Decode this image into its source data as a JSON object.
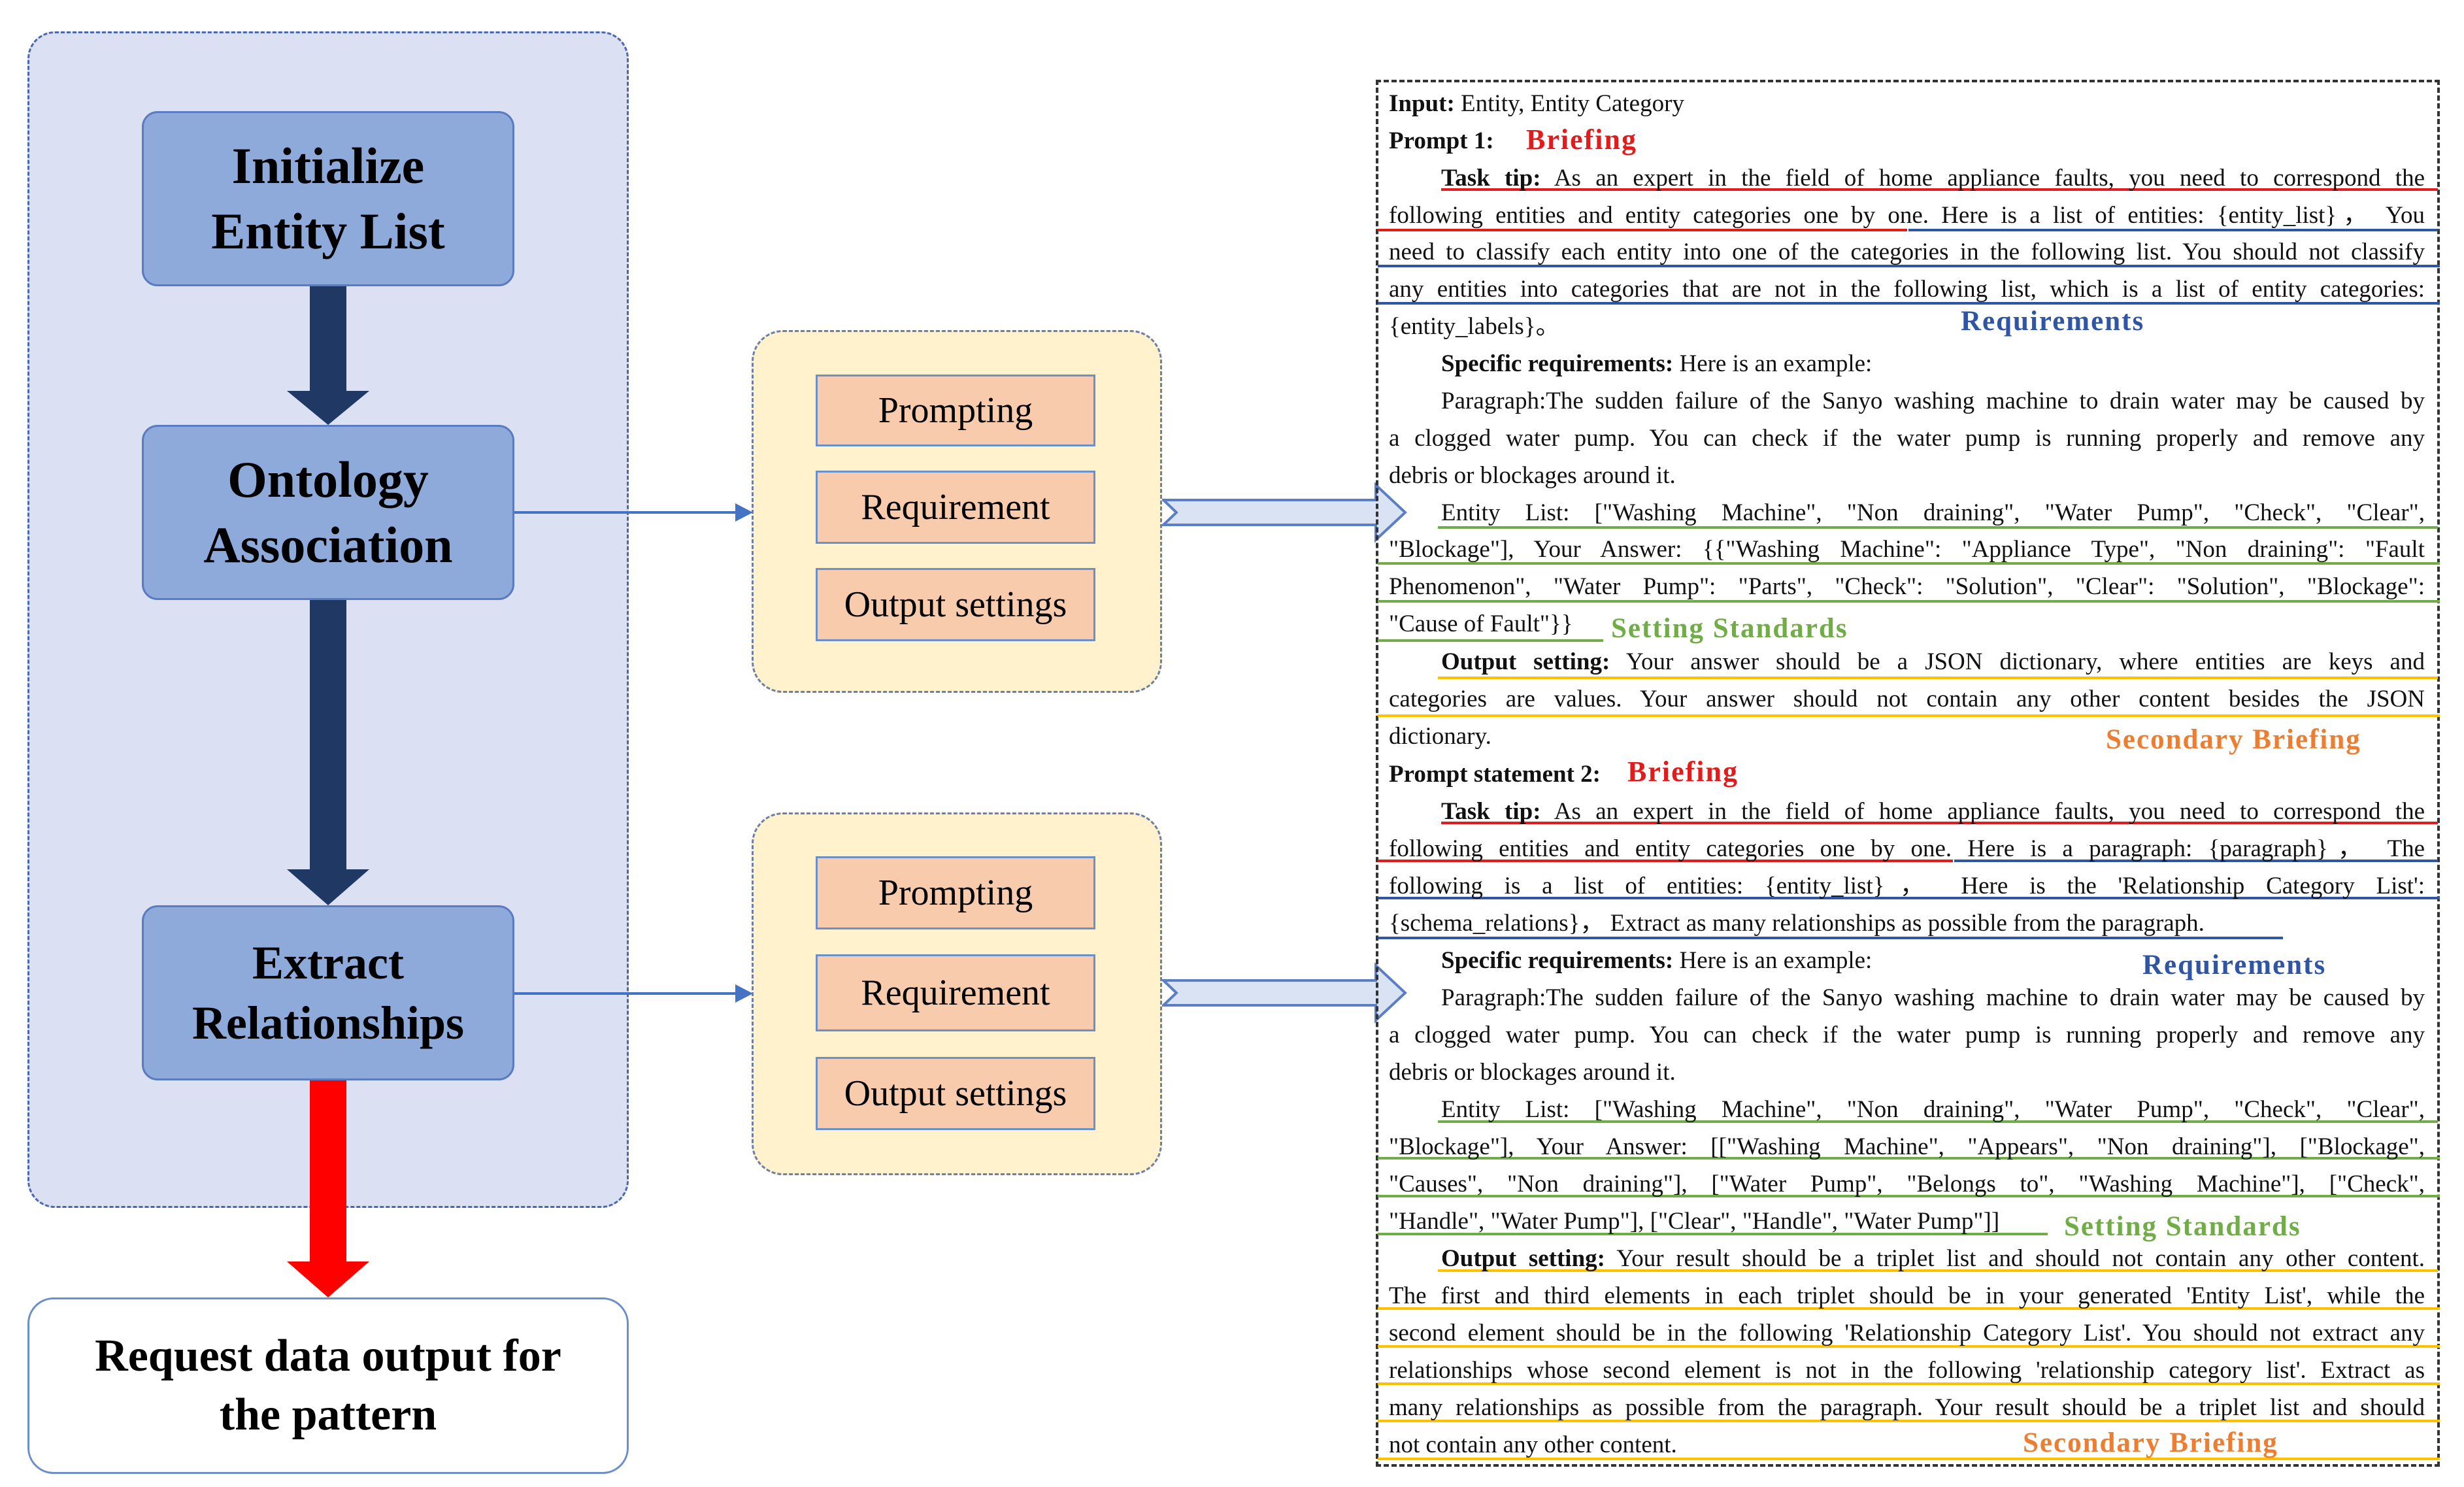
{
  "left": {
    "step1": [
      "Initialize",
      "Entity List"
    ],
    "step2": [
      "Ontology",
      "Association"
    ],
    "step3": [
      "Extract",
      "Relationships"
    ],
    "output": [
      "Request data output for",
      "the pattern"
    ]
  },
  "middle": {
    "panel1": [
      "Prompting",
      "Requirement",
      "Output settings"
    ],
    "panel2": [
      "Prompting",
      "Requirement",
      "Output settings"
    ]
  },
  "colors": {
    "briefing": "#e31b1b",
    "requirements": "#2f55a4",
    "setting_standards": "#70ad47",
    "secondary_briefing": "#ed7d31",
    "flow_arrow": "#1f3864",
    "final_arrow": "#ff0000"
  },
  "text": {
    "input_label": "Input:",
    "input_value": " Entity, Entity Category",
    "prompt1_label": "Prompt 1:",
    "briefing1": "Briefing",
    "p1_tasktip_label": "Task tip:",
    "p1_l1": " As an expert in the field of home appliance faults, you need to correspond the",
    "p1_l2": "following entities and entity categories one by one. Here is a list of entities: {entity_list}， You",
    "p1_l3": "need to classify each entity into one of the categories in the following list. You should not classify",
    "p1_l4": "any entities into categories that are not in the following list, which is a list of entity categories:",
    "p1_l5": "{entity_labels}。",
    "requirements1": "Requirements",
    "p1_spec_label": "Specific requirements:",
    "p1_spec_value": " Here is an example:",
    "p1_para1": "Paragraph:The sudden failure of the Sanyo washing machine to drain water may be caused by",
    "p1_para2": "a clogged water pump. You can check if the water pump is running properly and remove any",
    "p1_para3": "debris or blockages around it.",
    "p1_ent1": "Entity List: [\"Washing Machine\", \"Non draining\", \"Water Pump\", \"Check\", \"Clear\",",
    "p1_ent2": "\"Blockage\"], Your Answer: {{\"Washing Machine\": \"Appliance Type\", \"Non draining\": \"Fault",
    "p1_ent3": "Phenomenon\", \"Water Pump\": \"Parts\", \"Check\": \"Solution\", \"Clear\": \"Solution\", \"Blockage\":",
    "p1_ent4": "\"Cause of Fault\"}}",
    "setting1": "Setting Standards",
    "p1_out_label": "Output setting:",
    "p1_out1": " Your answer should be a JSON dictionary, where entities are keys and",
    "p1_out2": "categories are values. Your answer should not contain any other content besides the JSON",
    "p1_out3": "dictionary.",
    "secondary1": "Secondary Briefing",
    "prompt2_label": "Prompt statement 2:",
    "briefing2": "Briefing",
    "p2_tasktip_label": "Task tip:",
    "p2_l1": " As an expert in the field of home appliance faults, you need to correspond the",
    "p2_l2": "following entities and entity categories one by one. Here is a paragraph: {paragraph}，  The",
    "p2_l3": "following is a list of entities: {entity_list}，  Here is the 'Relationship Category List':",
    "p2_l4": "{schema_relations}，  Extract as many relationships as possible from the paragraph.",
    "p2_spec_label": "Specific requirements:",
    "p2_spec_value": " Here is an example:",
    "requirements2": "Requirements",
    "p2_para1": "Paragraph:The sudden failure of the Sanyo washing machine to drain water may be caused by",
    "p2_para2": "a clogged water pump. You can check if the water pump is running properly and remove any",
    "p2_para3": "debris or blockages around it.",
    "p2_ent1": "Entity List: [\"Washing Machine\", \"Non draining\", \"Water Pump\", \"Check\", \"Clear\",",
    "p2_ent2": "\"Blockage\"], Your Answer: [[\"Washing Machine\", \"Appears\", \"Non draining\"], [\"Blockage\",",
    "p2_ent3": "\"Causes\", \"Non draining\"], [\"Water Pump\", \"Belongs to\", \"Washing Machine\"], [\"Check\",",
    "p2_ent4": "\"Handle\", \"Water Pump\"], [\"Clear\", \"Handle\", \"Water Pump\"]]",
    "setting2": "Setting Standards",
    "p2_out_label": "Output setting:",
    "p2_out1": " Your result should be a triplet list and should not contain any other content.",
    "p2_out2": "The first and third elements in each triplet should be in your generated 'Entity List', while the",
    "p2_out3": "second element should be in the following 'Relationship Category List'. You should not extract any",
    "p2_out4": "relationships whose second element is not in the following 'relationship category list'. Extract as",
    "p2_out5": "many relationships as possible from the paragraph. Your result should be a triplet list and should",
    "p2_out6": "not contain any other content.",
    "secondary2": "Secondary Briefing"
  }
}
